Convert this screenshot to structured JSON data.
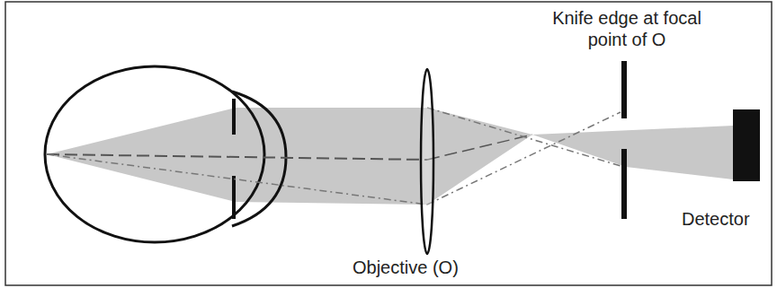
{
  "diagram": {
    "labels": [
      "Knife edge at focal point of O",
      "Objective (O)",
      "Detector"
    ]
  }
}
